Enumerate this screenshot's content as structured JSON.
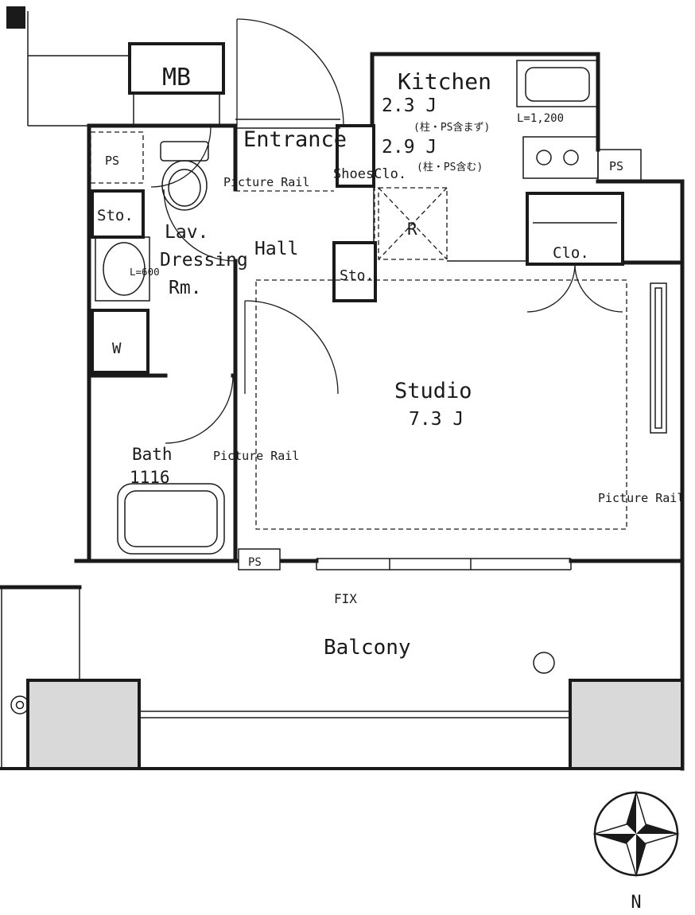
{
  "rooms": {
    "mb": "MB",
    "entrance": "Entrance",
    "kitchen": "Kitchen",
    "kitchen_area_1": "2.3 J",
    "kitchen_area_1_note": "(柱・PS含まず)",
    "kitchen_area_2": "2.9 J",
    "kitchen_area_2_note": "(柱・PS含む)",
    "shoes_closet": "ShoesClo.",
    "hall": "Hall",
    "lavatory": "Lav.",
    "dressing_line1": "Dressing",
    "dressing_line2": "Rm.",
    "storage_left": "Sto.",
    "storage_hall": "Sto.",
    "refrigerator": "R",
    "closet": "Clo.",
    "washer": "W",
    "studio": "Studio",
    "studio_area": "7.3 J",
    "bath": "Bath",
    "bath_size": "1116",
    "balcony": "Balcony"
  },
  "annotations": {
    "ps_upper_left": "PS",
    "ps_right": "PS",
    "ps_bottom": "PS",
    "sink_length": "L=1,200",
    "vanity_length": "L=600",
    "picture_rail_entrance": "Picture Rail",
    "picture_rail_bath": "Picture Rail",
    "picture_rail_studio": "Picture Rail",
    "fix_window": "FIX",
    "compass_north": "N"
  },
  "colors": {
    "line": "#1a1a1a",
    "background": "#ffffff",
    "pillar_fill": "#d9d9d9"
  }
}
